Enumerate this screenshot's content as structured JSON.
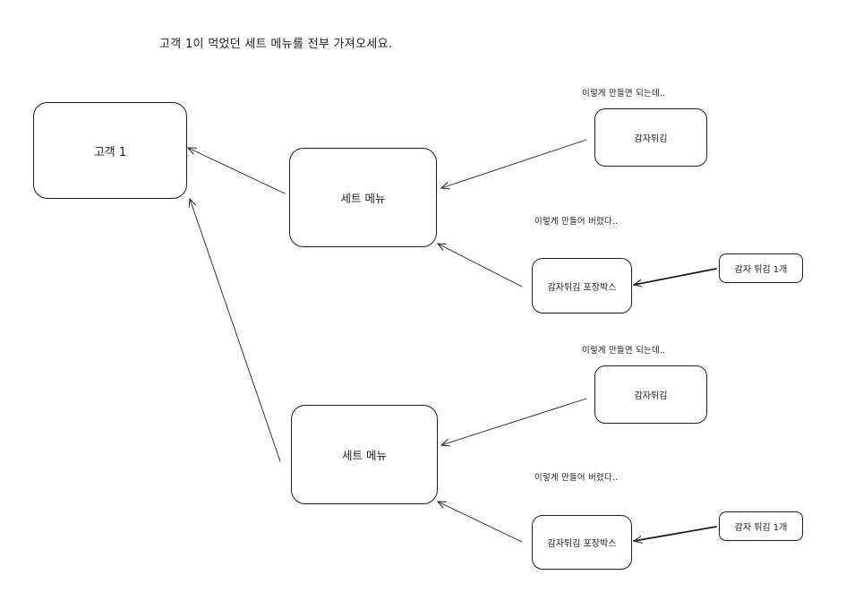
{
  "title": "고객 1이 먹었던 세트 메뉴를 전부 가져오세요.",
  "customer": {
    "label": "고객 1"
  },
  "groups": [
    {
      "set_menu_label": "세트 메뉴",
      "note_good": "이렇게 만들면 되는데..",
      "fries_label": "감자튀김",
      "note_bad": "이렇게 만들어 버렸다..",
      "package_box_label": "감자튀김 포장박스",
      "single_fries_label": "감자 튀김 1개"
    },
    {
      "set_menu_label": "세트 메뉴",
      "note_good": "이렇게 만들면 되는데..",
      "fries_label": "감자튀김",
      "note_bad": "이렇게 만들어 버렸다..",
      "package_box_label": "감자튀김 포장박스",
      "single_fries_label": "감자 튀김 1개"
    }
  ],
  "colors": {
    "stroke": "#1e1e1e",
    "background": "#ffffff"
  }
}
